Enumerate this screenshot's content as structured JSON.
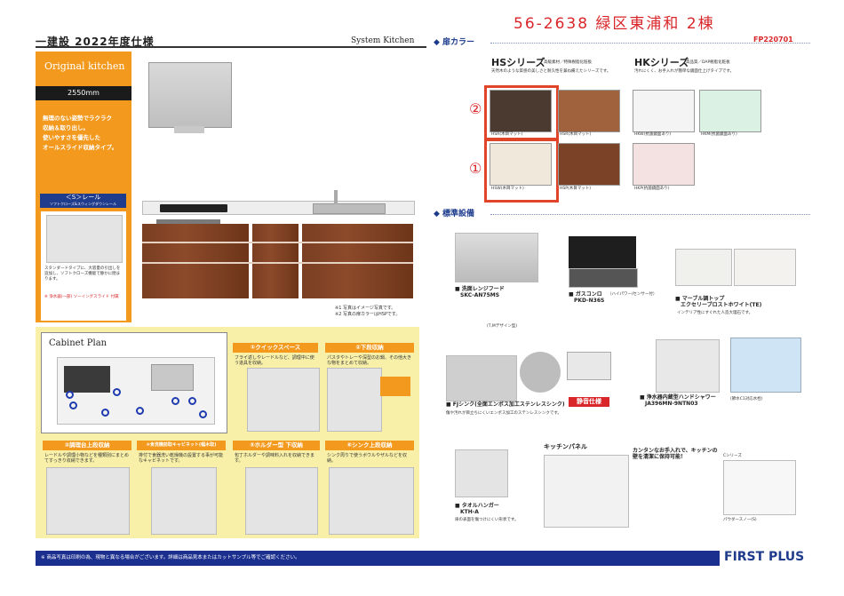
{
  "header": {
    "title": "一建設 2022年度仕様",
    "subtitle": "System Kitchen",
    "property": "56-2638 緑区東浦和 2棟",
    "code": "FP220701"
  },
  "left": {
    "product": "Original kitchen",
    "size": "2550mm",
    "desc_lines": [
      "無理のない姿勢でラクラク",
      "収納＆取り出し。",
      "使いやすさを優先した",
      "オールスライド収納タイプ。"
    ],
    "rail_title": "＜S＞レール",
    "rail_sub": "ソフトクローズ&スウィングダウンレール",
    "rail_note": "スタンダードタイプに、大容量の引出しを追加し、ソフトクローズ機能で静かに閉まります。",
    "rail_red_note": "※ 浄水器(一部) ソーイングスライド 付属"
  },
  "kitchen_note": [
    "※1 写真はイメージ写真です。",
    "※2 写真の扉カラーはHSPです。"
  ],
  "door_color": {
    "heading": "◆ 扉カラー",
    "hs": {
      "name": "HSシリーズ",
      "tag": "高級素材／特殊樹脂化粧板",
      "desc": "天然木のような質感の美しさと耐久性を兼ね備えたシリーズです。"
    },
    "hk": {
      "name": "HKシリーズ",
      "tag": "高品質／DAP樹脂化粧板",
      "desc": "汚れにくく、お手入れが簡単な鏡面仕上げタイプです。"
    },
    "swatches": [
      {
        "label": "HSR(木目マット)",
        "color": "#4a3a30"
      },
      {
        "label": "HSR(木目マット)",
        "color": "#a0623d"
      },
      {
        "label": "HKW(抗菌鏡面あり)",
        "color": "#f4f4f4"
      },
      {
        "label": "HKM(抗菌鏡面あり)",
        "color": "#dbf1e4"
      },
      {
        "label": "HSW(木目マット)",
        "color": "#efe8db"
      },
      {
        "label": "HSP(木目マット)",
        "color": "#7b4228"
      },
      {
        "label": "HKP(抗菌鏡面あり)",
        "color": "#f4e1e1"
      }
    ],
    "marker1": "①",
    "marker2": "②"
  },
  "equipment": {
    "heading": "◆ 標準設備",
    "items": [
      {
        "name": "■ 洗面レンジフード",
        "model": "SKC-AN75MS",
        "note": "(T,Mデザイン型)"
      },
      {
        "name": "■ ガスコンロ",
        "model": "PKD-N36S",
        "note": "（ハイパワー/センサー付）"
      },
      {
        "name": "■ マーブル調トップ",
        "model": "エクセリーブロストホワイト(TE)",
        "note": "インテリア性にすぐれた人造大理石です。"
      },
      {
        "name": "■ FJシンク(全面エンボス加工ステンレスシンク)",
        "model": "",
        "note": "傷や汚れが目立ちにくいエンボス加工のステンレスシンクです。"
      },
      {
        "name": "静音仕様",
        "model": "",
        "note": ""
      },
      {
        "name": "■ 浄水器内蔵型ハンドシャワー",
        "model": "JA396MN-9NTN03",
        "note": "(節水C1対応水栓)"
      },
      {
        "name": "キッチンパネル",
        "model": "",
        "note": "カンタンなお手入れで、キッチンの壁を清潔に保持可能！"
      },
      {
        "name": "Cシリーズ",
        "model": "",
        "note": "パウダースノー(S)"
      },
      {
        "name": "■ タオルハンガー",
        "model": "KTH-A",
        "note": "扉の表面を傷つけにくい形状です。"
      }
    ]
  },
  "cabinet_plan": {
    "title": "Cabinet Plan",
    "sections": [
      {
        "label": "①クイックスペース",
        "text": "フライ返しやレードルなど、調理中に使う道具を収納。"
      },
      {
        "label": "②下段収納",
        "text": "パスタやトレーや深型のお鍋、その他大きな物をまとめて収納。"
      },
      {
        "label": "③調理台上段収納",
        "text": "レードルや調理小物などを種類別にまとめてすっきり収納できます。"
      },
      {
        "label": "④食洗機前取キャビネット(幅木取)",
        "text": "排付で食器洗い乾燥機の設置する事が可能なキャビネットです。"
      },
      {
        "label": "⑤ホルダー型 下収納",
        "text": "包丁ホルダーや調味料入れを収納できます。"
      },
      {
        "label": "⑥シンク上段収納",
        "text": "シンク周りで使うボウルやザルなどを収納。"
      }
    ]
  },
  "footer": {
    "note": "※ 商品写真は印刷の為、現物と異なる場合がございます。詳細は商品見本またはカットサンプル等でご確認ください。",
    "brand": "FIRST PLUS"
  }
}
